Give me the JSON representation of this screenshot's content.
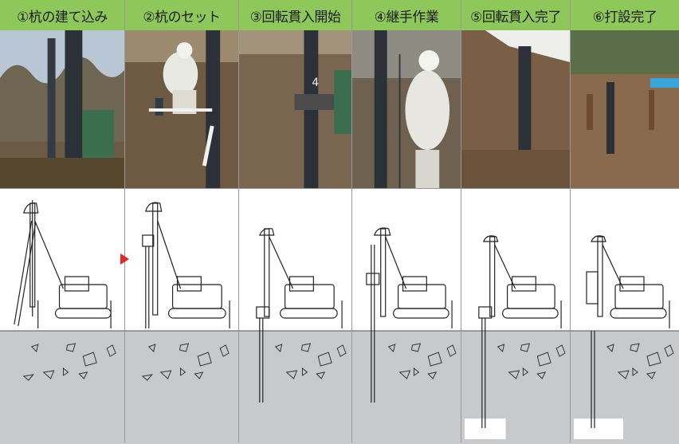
{
  "steps": [
    {
      "label": "①杭の建て込み"
    },
    {
      "label": "②杭のセット"
    },
    {
      "label": "③回転貫入開始"
    },
    {
      "label": "④継手作業"
    },
    {
      "label": "⑤回転貫入完了"
    },
    {
      "label": "⑥打設完了"
    }
  ],
  "colors": {
    "header_bg": "#8fc85a",
    "ground": "#c8c9cb",
    "arrow": "#e8232a"
  },
  "icons": [
    "pile-driver-machine",
    "pile",
    "rock-fragments",
    "step-arrow"
  ]
}
